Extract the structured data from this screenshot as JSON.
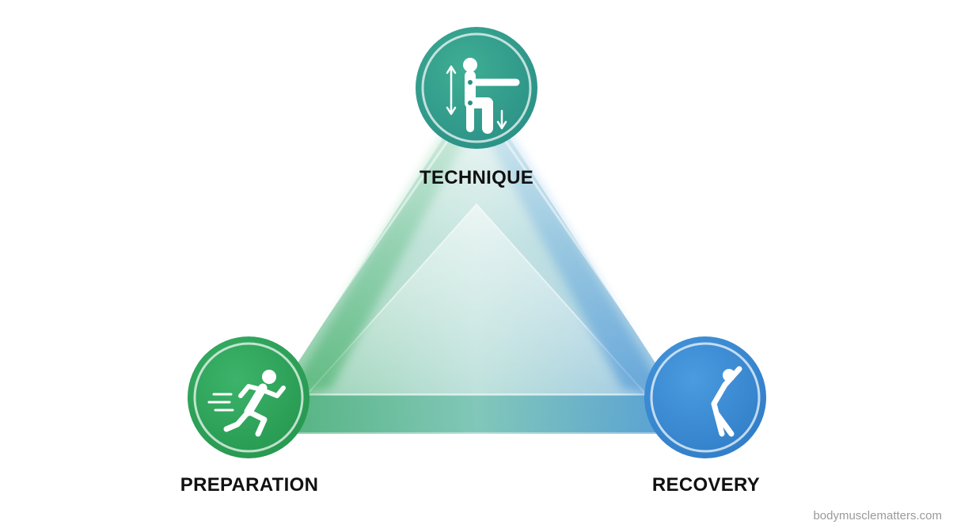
{
  "diagram": {
    "nodes": [
      {
        "id": "technique",
        "label": "TECHNIQUE",
        "icon": "squat-posture-icon",
        "color": "#2f9f8a"
      },
      {
        "id": "preparation",
        "label": "PREPARATION",
        "icon": "running-person-icon",
        "color": "#2e9e55"
      },
      {
        "id": "recovery",
        "label": "RECOVERY",
        "icon": "moon-stretch-icon",
        "color": "#3a86cf"
      }
    ],
    "edge_colors": {
      "left": "#38a85e",
      "right": "#3d8fd4",
      "bottom_start": "#3aa86a",
      "bottom_end": "#3f90d6"
    }
  },
  "watermark": "bodymusclematters.com"
}
